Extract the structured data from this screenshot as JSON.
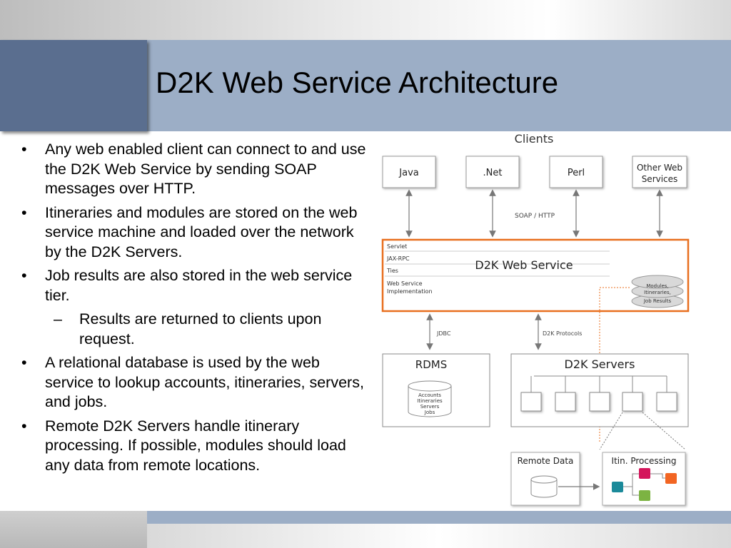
{
  "slide": {
    "title": "D2K Web Service Architecture",
    "bullets": [
      "Any web enabled client can connect to and use the D2K Web Service by sending SOAP messages over HTTP.",
      "Itineraries and modules are stored on the web service machine and loaded over the network by the D2K Servers.",
      "Job results are also stored in the web service tier."
    ],
    "sub_bullet": {
      "dash": "–",
      "text": " Results are returned to clients upon request."
    },
    "bullets_after": [
      "A relational database is used by the web service to lookup accounts, itineraries, servers, and jobs.",
      "Remote D2K Servers handle itinerary processing. If possible, modules should load any data from remote locations."
    ]
  },
  "diagram": {
    "clients_label": "Clients",
    "clients": [
      "Java",
      ".Net",
      "Perl"
    ],
    "other_client": [
      "Other Web",
      "Services"
    ],
    "soap_label": "SOAP / HTTP",
    "web_service": {
      "title": "D2K Web Service",
      "layers": [
        "Servlet",
        "JAX-RPC",
        "Ties",
        "Web Service",
        "Implementation"
      ],
      "storage": [
        "Modules,",
        "Itineraries,",
        "Job Results"
      ]
    },
    "jdbc_label": "JDBC",
    "protocols_label": "D2K Protocols",
    "rdms": {
      "title": "RDMS",
      "db_items": [
        "Accounts",
        "Itineraries",
        "Servers",
        "Jobs"
      ]
    },
    "servers_title": "D2K Servers",
    "remote_data_label": "Remote Data",
    "itin_processing_label": "Itin. Processing",
    "colors": {
      "web_service_border": "#e86f1f",
      "node_pink": "#d4145a",
      "node_orange": "#f26522",
      "node_teal": "#1b8a9a",
      "node_green": "#7cb342"
    }
  }
}
